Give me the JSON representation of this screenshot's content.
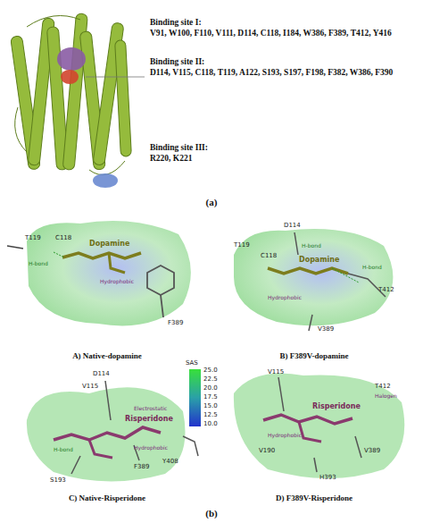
{
  "diagram": {
    "labels": [
      "Binding site I:",
      "V91, W100, F110, V111, D114, C118, I184, W386, F389, T412, Y416",
      "Binding site II:",
      "D114, V115, C118, T119, A122, S193, S197, F198, F382, W386, F390",
      "Binding site III:",
      "R220, K221",
      "(a)",
      "T119",
      "C118",
      "H-bond",
      "Dopamine",
      "Hydrophobic",
      "F389",
      "A) Native-dopamine",
      "D114",
      "T119",
      "C118",
      "H-bond",
      "Dopamine",
      "T412",
      "H-bond",
      "Hydrophobic",
      "V389",
      "B) F389V-dopamine",
      "SAS",
      "25.0",
      "22.5",
      "20.0",
      "17.5",
      "15.0",
      "12.5",
      "10.0",
      "D114",
      "V115",
      "Electrostatic",
      "Risperidone",
      "Hydrophobic",
      "Y408",
      "H-bond",
      "F389",
      "S193",
      "C) Native-Risperidone",
      "V115",
      "T412",
      "Halogen",
      "Risperidone",
      "Hydrophobic",
      "V190",
      "V389",
      "H393",
      "D) F389V-Risperidone",
      "(b)"
    ]
  }
}
